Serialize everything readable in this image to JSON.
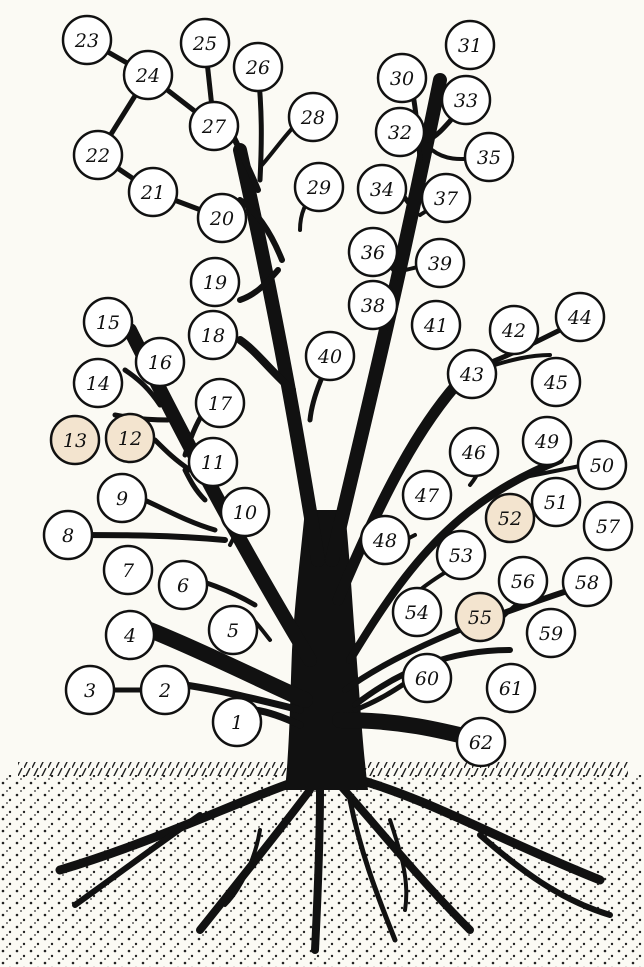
{
  "nodes": [
    {
      "id": "n1",
      "label": "1"
    },
    {
      "id": "n2",
      "label": "2"
    },
    {
      "id": "n3",
      "label": "3"
    },
    {
      "id": "n4",
      "label": "4"
    },
    {
      "id": "n5",
      "label": "5"
    },
    {
      "id": "n6",
      "label": "6"
    },
    {
      "id": "n7",
      "label": "7"
    },
    {
      "id": "n8",
      "label": "8"
    },
    {
      "id": "n9",
      "label": "9"
    },
    {
      "id": "n10",
      "label": "10"
    },
    {
      "id": "n11",
      "label": "11"
    },
    {
      "id": "n12",
      "label": "12"
    },
    {
      "id": "n13",
      "label": "13"
    },
    {
      "id": "n14",
      "label": "14"
    },
    {
      "id": "n15",
      "label": "15"
    },
    {
      "id": "n16",
      "label": "16"
    },
    {
      "id": "n17",
      "label": "17"
    },
    {
      "id": "n18",
      "label": "18"
    },
    {
      "id": "n19",
      "label": "19"
    },
    {
      "id": "n20",
      "label": "20"
    },
    {
      "id": "n21",
      "label": "21"
    },
    {
      "id": "n22",
      "label": "22"
    },
    {
      "id": "n23",
      "label": "23"
    },
    {
      "id": "n24",
      "label": "24"
    },
    {
      "id": "n25",
      "label": "25"
    },
    {
      "id": "n26",
      "label": "26"
    },
    {
      "id": "n27",
      "label": "27"
    },
    {
      "id": "n28",
      "label": "28"
    },
    {
      "id": "n29",
      "label": "29"
    },
    {
      "id": "n30",
      "label": "30"
    },
    {
      "id": "n31",
      "label": "31"
    },
    {
      "id": "n32",
      "label": "32"
    },
    {
      "id": "n33",
      "label": "33"
    },
    {
      "id": "n34",
      "label": "34"
    },
    {
      "id": "n35",
      "label": "35"
    },
    {
      "id": "n36",
      "label": "36"
    },
    {
      "id": "n37",
      "label": "37"
    },
    {
      "id": "n38",
      "label": "38"
    },
    {
      "id": "n39",
      "label": "39"
    },
    {
      "id": "n40",
      "label": "40"
    },
    {
      "id": "n41",
      "label": "41"
    },
    {
      "id": "n42",
      "label": "42"
    },
    {
      "id": "n43",
      "label": "43"
    },
    {
      "id": "n44",
      "label": "44"
    },
    {
      "id": "n45",
      "label": "45"
    },
    {
      "id": "n46",
      "label": "46"
    },
    {
      "id": "n47",
      "label": "47"
    },
    {
      "id": "n48",
      "label": "48"
    },
    {
      "id": "n49",
      "label": "49"
    },
    {
      "id": "n50",
      "label": "50"
    },
    {
      "id": "n51",
      "label": "51"
    },
    {
      "id": "n52",
      "label": "52"
    },
    {
      "id": "n53",
      "label": "53"
    },
    {
      "id": "n54",
      "label": "54"
    },
    {
      "id": "n55",
      "label": "55"
    },
    {
      "id": "n56",
      "label": "56"
    },
    {
      "id": "n57",
      "label": "57"
    },
    {
      "id": "n58",
      "label": "58"
    },
    {
      "id": "n59",
      "label": "59"
    },
    {
      "id": "n60",
      "label": "60"
    },
    {
      "id": "n61",
      "label": "61"
    },
    {
      "id": "n62",
      "label": "62"
    }
  ],
  "edges": [
    [
      "n23",
      "n24"
    ],
    [
      "n24",
      "n22"
    ],
    [
      "n24",
      "n27"
    ],
    [
      "n25",
      "n27"
    ],
    [
      "n22",
      "n21"
    ],
    [
      "n21",
      "n20"
    ],
    [
      "n3",
      "n2"
    ]
  ],
  "colors": {
    "background": "#fbfaf4",
    "ink": "#111111",
    "circle_fill": "#ffffff",
    "faded_fill": "#f3e4cf"
  }
}
